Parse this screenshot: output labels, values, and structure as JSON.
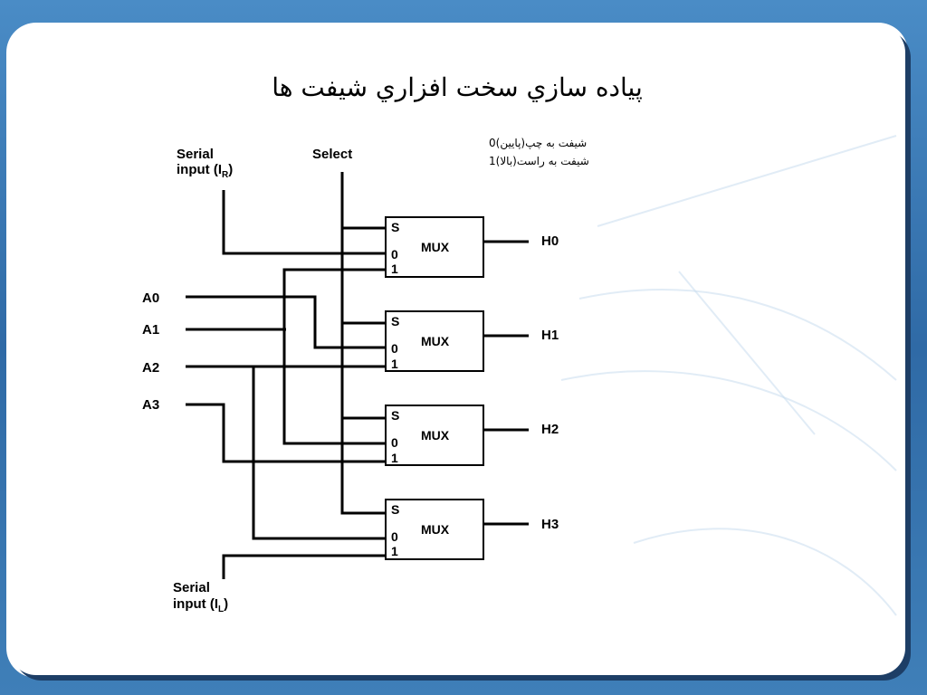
{
  "slide": {
    "title": "پیاده سازي سخت افزاري شيفت ها"
  },
  "legend": {
    "line0": "شيفت به چپ(پايين)0",
    "line1": "شيفت به راست(بالا)1"
  },
  "labels": {
    "serial_r_line1": "Serial",
    "serial_r_line2": "input (I",
    "serial_r_sub": "R",
    "serial_r_close": ")",
    "select": "Select",
    "serial_l_line1": "Serial",
    "serial_l_line2": "input (I",
    "serial_l_sub": "L",
    "serial_l_close": ")"
  },
  "inputs": [
    "A0",
    "A1",
    "A2",
    "A3"
  ],
  "outputs": [
    "H0",
    "H1",
    "H2",
    "H3"
  ],
  "mux": {
    "name": "MUX",
    "pin_s": "S",
    "pin_0": "0",
    "pin_1": "1"
  }
}
